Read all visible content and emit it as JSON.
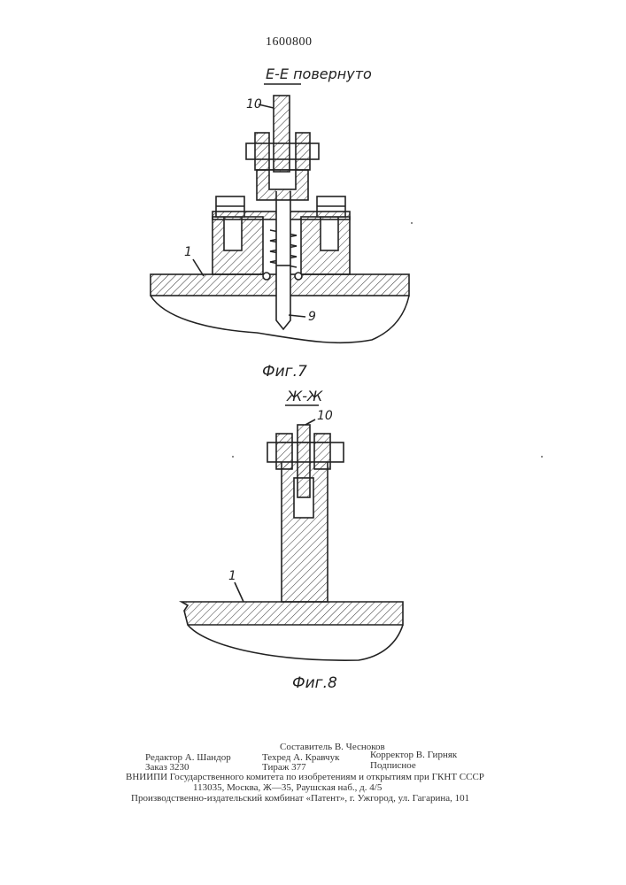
{
  "header": {
    "patent_number": "1600800"
  },
  "figure7": {
    "section_title": "E-E повернуто",
    "callouts": {
      "bracket": "10",
      "base": "1",
      "pin": "9"
    },
    "caption": "Фиг.7"
  },
  "figure8": {
    "section_title": "Ж-Ж",
    "callouts": {
      "bracket": "10",
      "base": "1"
    },
    "caption": "Фиг.8"
  },
  "imprint": {
    "compiler": "Составитель В. Чесноков",
    "editor": "Редактор А. Шандор",
    "techred": "Техред А. Кравчук",
    "corrector": "Корректор В. Гирняк",
    "order": "Заказ 3230",
    "circulation": "Тираж 377",
    "subscription": "Подписное",
    "institute": "ВНИИПИ Государственного комитета по изобретениям и открытиям при ГКНТ СССР",
    "address": "113035, Москва, Ж—35, Раушская наб., д. 4/5",
    "plant": "Производственно-издательский комбинат «Патент», г. Ужгород, ул. Гагарина, 101"
  }
}
